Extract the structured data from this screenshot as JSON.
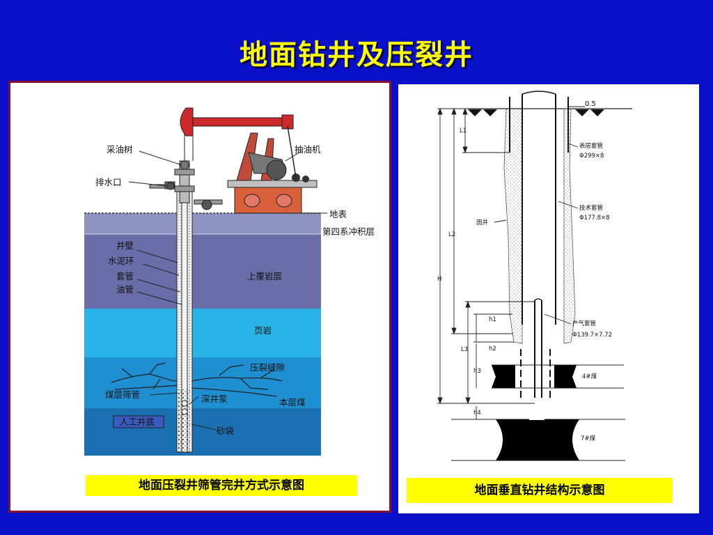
{
  "title": "地面钻井及压裂井",
  "left_diagram": {
    "caption": "地面压裂井筛管完井方式示意图",
    "labels": {
      "christmas_tree": "采油树",
      "pumping_unit": "抽油机",
      "drain_outlet": "排水口",
      "surface": "地表",
      "quaternary": "第四系冲积层",
      "well_wall": "井壁",
      "cement_ring": "水泥环",
      "casing": "套管",
      "tubing": "油管",
      "overburden": "上覆岩层",
      "shale": "页岩",
      "fracture": "压裂缝隙",
      "coal_screen": "煤层筛管",
      "deep_pump": "深井泵",
      "this_coal": "本层煤",
      "artificial_bottom": "人工井底",
      "sand_bag": "砂袋"
    }
  },
  "right_diagram": {
    "caption": "地面垂直钻井结构示意图",
    "labels": {
      "top_value": "0.5",
      "L1": "L1",
      "L2": "L2",
      "L3": "L3",
      "H": "H",
      "h1": "h1",
      "h2": "h2",
      "h3": "h3",
      "h4": "h4",
      "surface_casing": "表层套管",
      "surface_casing_spec": "Φ299×8",
      "cement": "固井",
      "tech_casing": "技术套管",
      "tech_casing_spec": "Φ177.8×8",
      "prod_casing": "产气套管",
      "prod_casing_spec": "Φ139.7×7.72",
      "coal4": "4#煤",
      "coal7": "7#煤"
    }
  },
  "colors": {
    "background": "#0a10c8",
    "title": "#ffff00",
    "caption_bg": "#ffff00",
    "pump_red": "#cc2a2a",
    "layer_quaternary": "#8e93c2",
    "layer_overburden": "#6a6ea8",
    "layer_shale": "#29b3e6",
    "layer_coal": "#1e8fd0",
    "layer_bottom": "#1a70b0"
  }
}
